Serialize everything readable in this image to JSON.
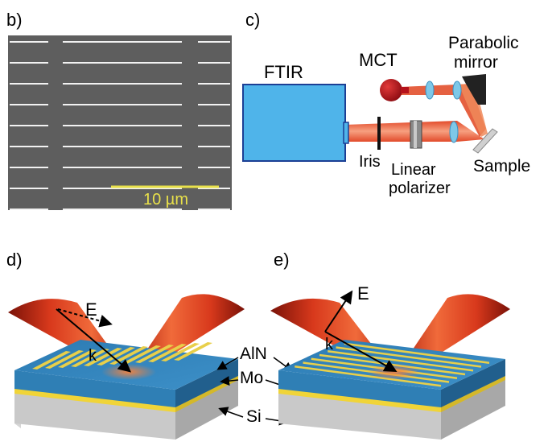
{
  "panels": {
    "b": {
      "label": "b)",
      "scale_bar_label": "10 µm"
    },
    "c": {
      "label": "c)",
      "ftir": "FTIR",
      "mct": "MCT",
      "parabolic": "Parabolic",
      "mirror": "mirror",
      "iris": "Iris",
      "linear": "Linear",
      "polarizer": "polarizer",
      "sample": "Sample"
    },
    "d": {
      "label": "d)",
      "e_field": "E",
      "k_vector": "k",
      "aln": "AlN",
      "mo": "Mo",
      "si": "Si"
    },
    "e": {
      "label": "e)",
      "e_field": "E",
      "k_vector": "k"
    }
  },
  "colors": {
    "sem_background": "#5e5e5e",
    "sem_lines": "#f2f2f2",
    "scale_bar": "#e8e04a",
    "ftir_box": "#4fb4ea",
    "ftir_border": "#1c3f95",
    "beam": "#d8391c",
    "mct": "#b5121b",
    "lens": "#7ec8e8",
    "aln": "#2f7fb5",
    "mo": "#f0d438",
    "si": "#c9c9c9",
    "grating": "#e8cf4a"
  }
}
